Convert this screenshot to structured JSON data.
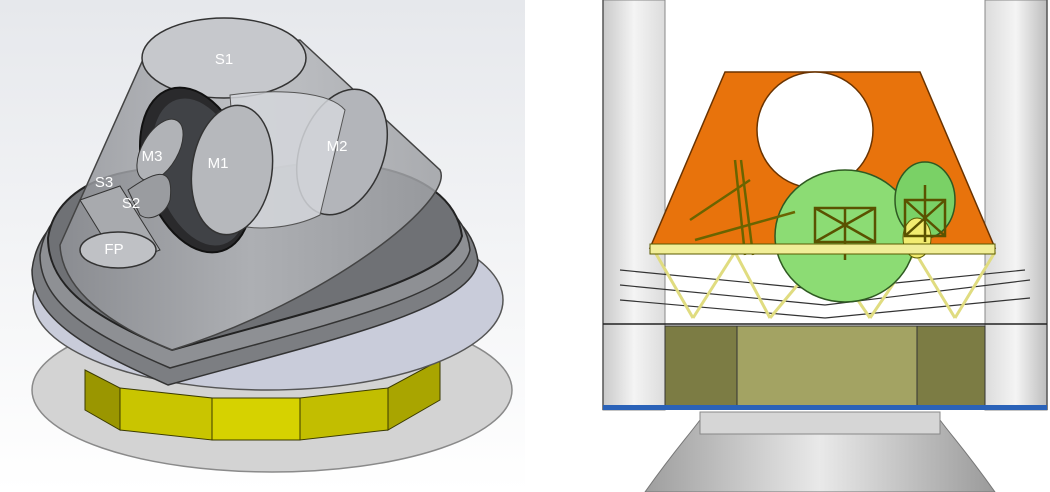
{
  "left_figure": {
    "labels": {
      "s1": "S1",
      "m1": "M1",
      "m2": "M2",
      "m3": "M3",
      "s2": "S2",
      "s3": "S3",
      "fp": "FP"
    }
  },
  "right_figure": {},
  "colors": {
    "shroud_gray": "#a7a9ac",
    "base_plate": "#d4d4d4",
    "yellow_bus": "#c9c500",
    "orange_cone": "#e8730c",
    "green_mirror": "#8cdc74",
    "olive_bus": "#8a8a4c",
    "blue_ring": "#2a62b8",
    "strut_yellow": "#f1ee98"
  }
}
